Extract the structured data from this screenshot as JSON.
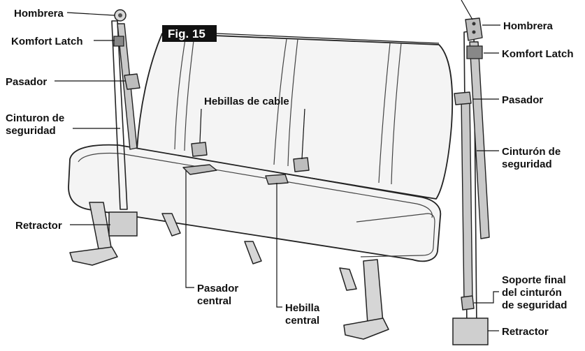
{
  "figure_label": "Fig. 15",
  "labels": {
    "left_hombrera": "Hombrera",
    "left_komfort_latch": "Komfort Latch",
    "left_pasador": "Pasador",
    "left_cinturon_line1": "Cinturon de",
    "left_cinturon_line2": "seguridad",
    "left_retractor": "Retractor",
    "hebillas_de_cable": "Hebillas de cable",
    "pasador_central_line1": "Pasador",
    "pasador_central_line2": "central",
    "hebilla_central_line1": "Hebilla",
    "hebilla_central_line2": "central",
    "right_hombrera": "Hombrera",
    "right_komfort_latch": "Komfort Latch",
    "right_pasador": "Pasador",
    "right_cinturon_line1": "Cinturón de",
    "right_cinturon_line2": "seguridad",
    "soporte_line1": "Soporte final",
    "soporte_line2": "del cinturón",
    "soporte_line3": "de seguridad",
    "right_retractor": "Retractor"
  }
}
